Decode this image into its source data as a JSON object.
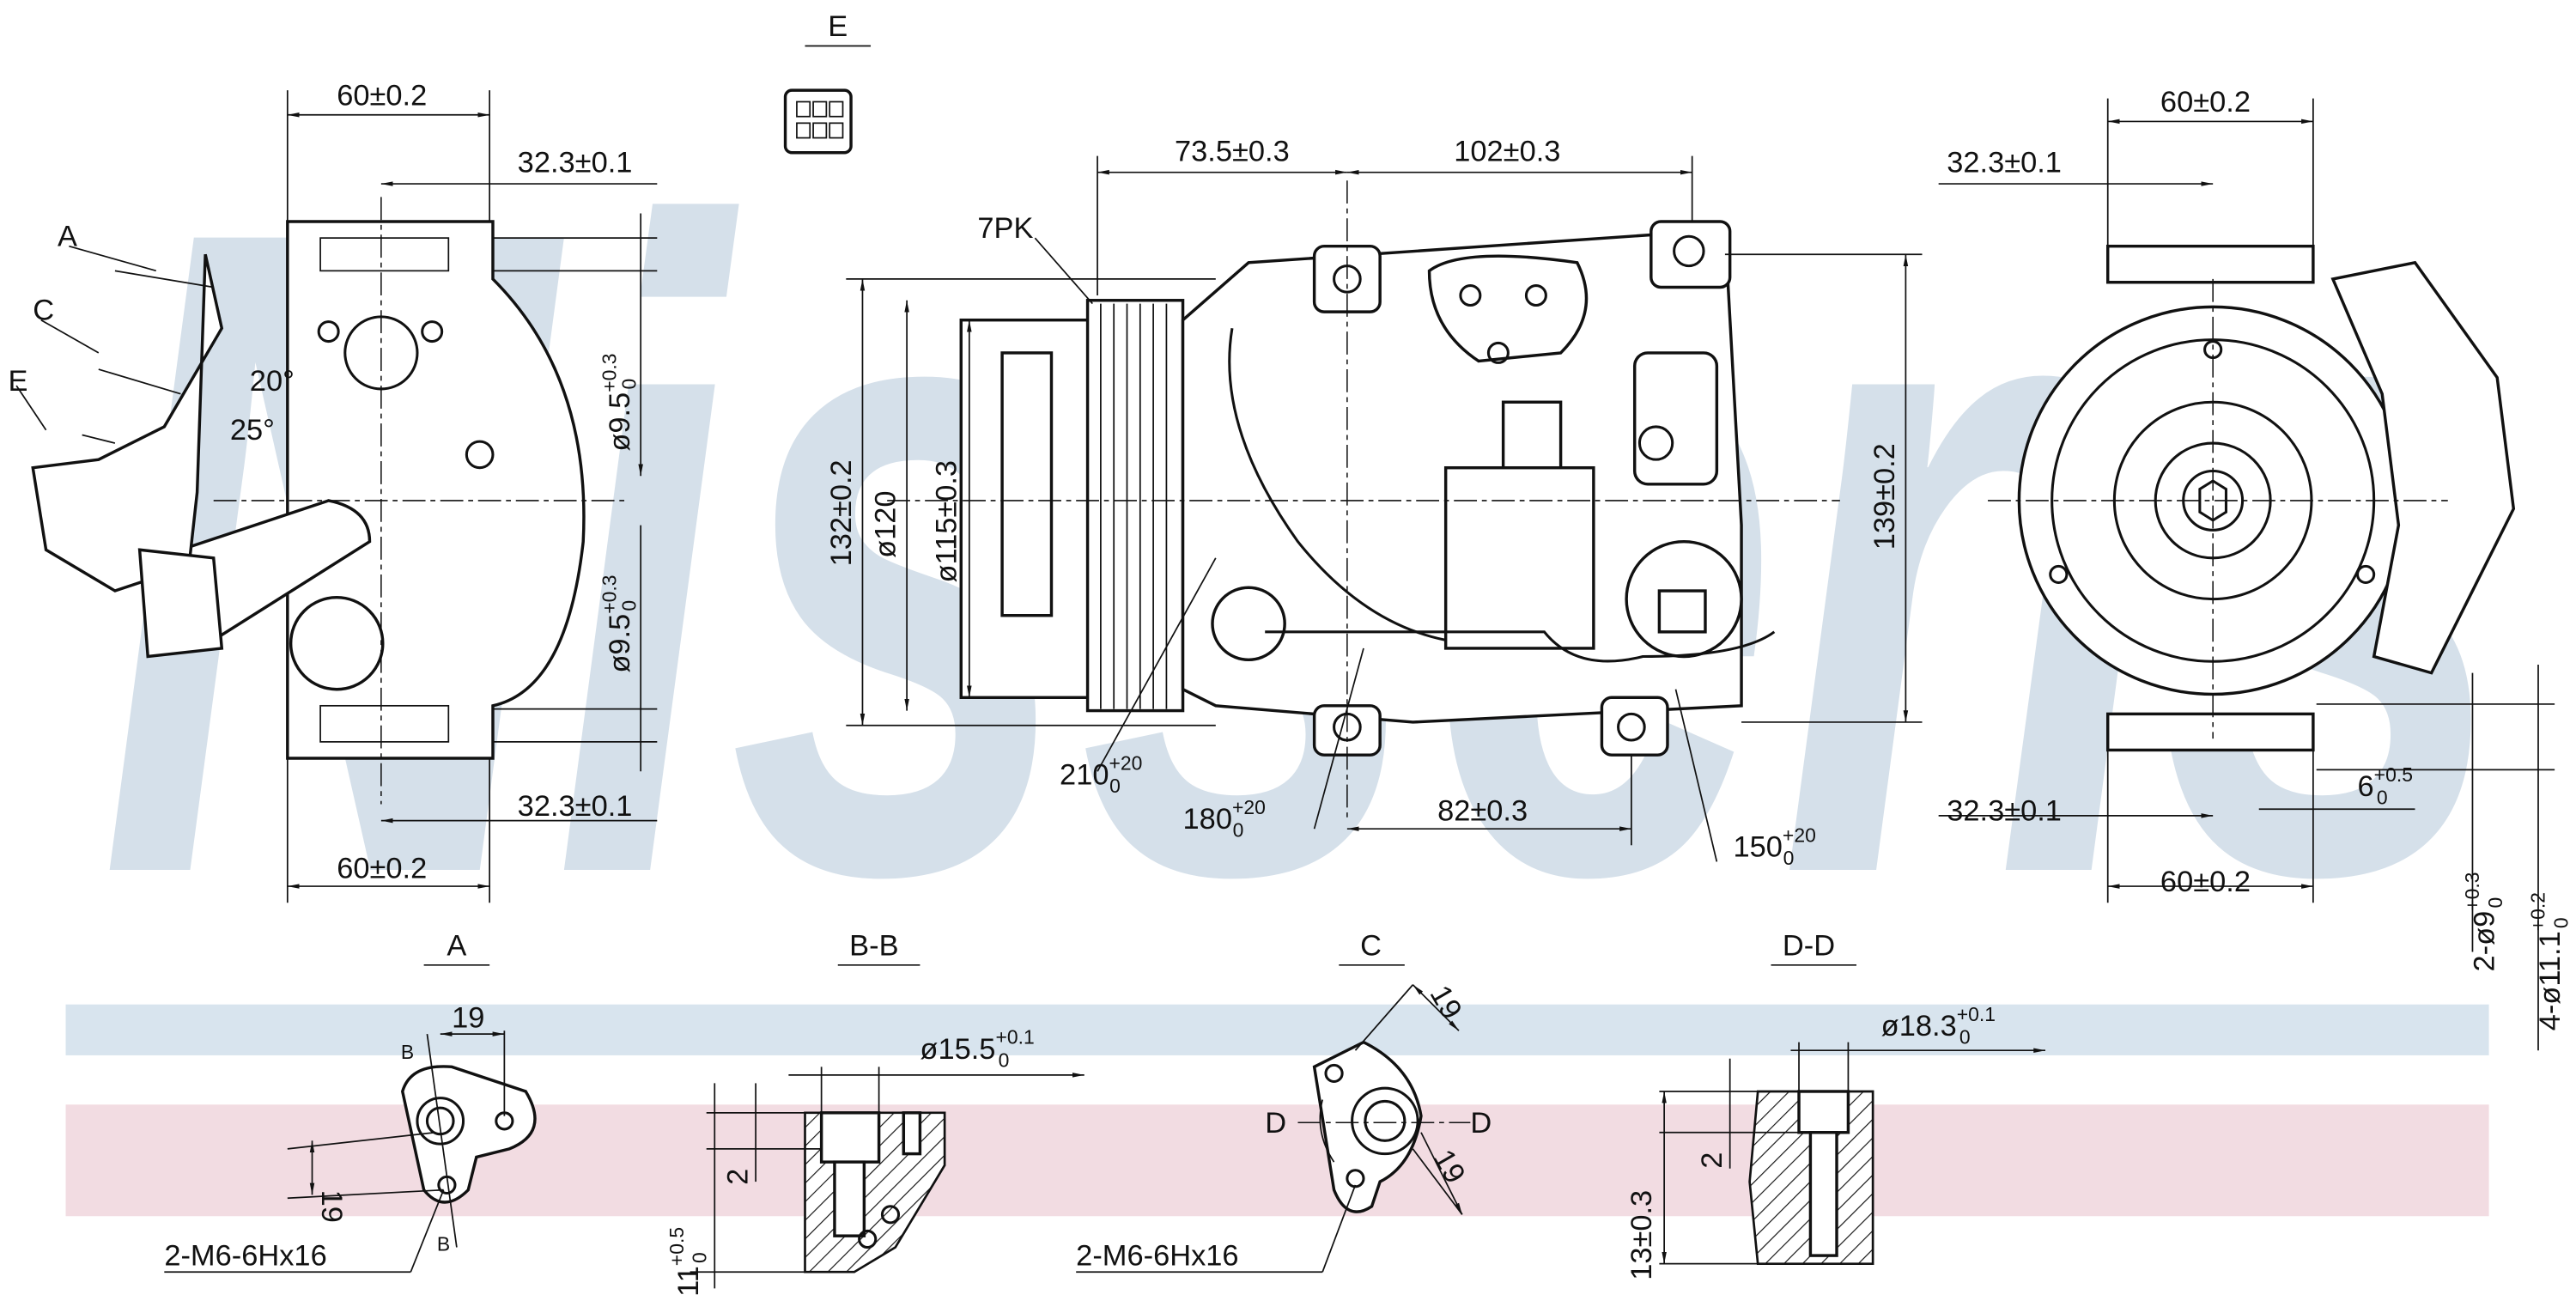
{
  "watermark": "Nissens",
  "colors": {
    "band_blue": "#d8e4ee",
    "band_pink": "#f2dce2",
    "watermark": "#d5e0ea",
    "line": "#111111"
  },
  "view_labels": {
    "e": "E",
    "a": "A",
    "bb": "B-B",
    "c": "C",
    "dd": "D-D"
  },
  "left_view": {
    "top_width": "60±0.2",
    "top_offset": "32.3±0.1",
    "callout_a": "A",
    "callout_c": "C",
    "callout_e": "E",
    "angle_1": "20°",
    "angle_2": "25°",
    "hole_upper": {
      "base": "ø9.5",
      "plus": "+0.3",
      "minus": "0"
    },
    "hole_lower": {
      "base": "ø9.5",
      "plus": "+0.3",
      "minus": "0"
    },
    "bottom_offset": "32.3±0.1",
    "bottom_width": "60±0.2"
  },
  "front_view": {
    "dim_left": "73.5±0.3",
    "dim_right": "102±0.3",
    "belt": "7PK",
    "height_left": "132±0.2",
    "pulley_dia": "ø120",
    "pulley_inner": "ø115±0.3",
    "height_right": "139±0.2",
    "cable_1": {
      "base": "210",
      "plus": "+20",
      "minus": "0"
    },
    "cable_2": {
      "base": "180",
      "plus": "+20",
      "minus": "0"
    },
    "mount_spacing": "82±0.3",
    "cable_3": {
      "base": "150",
      "plus": "+20",
      "minus": "0"
    }
  },
  "right_view": {
    "top_width": "60±0.2",
    "top_offset": "32.3±0.1",
    "bottom_offset": "32.3±0.1",
    "bottom_width": "60±0.2",
    "ear_width": {
      "base": "6",
      "plus": "+0.5",
      "minus": "0"
    },
    "holes_small": {
      "base": "2-ø9",
      "plus": "+0.3",
      "minus": "0"
    },
    "holes_large": {
      "base": "4-ø11.1",
      "plus": "+0.2",
      "minus": "0"
    }
  },
  "detail_a": {
    "dim_h": "19",
    "dim_v": "19",
    "section_top": "B",
    "section_bottom": "B",
    "thread": "2-M6-6Hx16"
  },
  "section_bb": {
    "bore": {
      "base": "ø15.5",
      "plus": "+0.1",
      "minus": "0"
    },
    "step": "2",
    "depth": {
      "base": "11",
      "plus": "+0.5",
      "minus": "0"
    }
  },
  "detail_c": {
    "dim_1": "19",
    "dim_2": "19",
    "section_left": "D",
    "section_right": "D",
    "thread": "2-M6-6Hx16"
  },
  "section_dd": {
    "bore": {
      "base": "ø18.3",
      "plus": "+0.1",
      "minus": "0"
    },
    "step": "2",
    "depth": "13±0.3"
  }
}
